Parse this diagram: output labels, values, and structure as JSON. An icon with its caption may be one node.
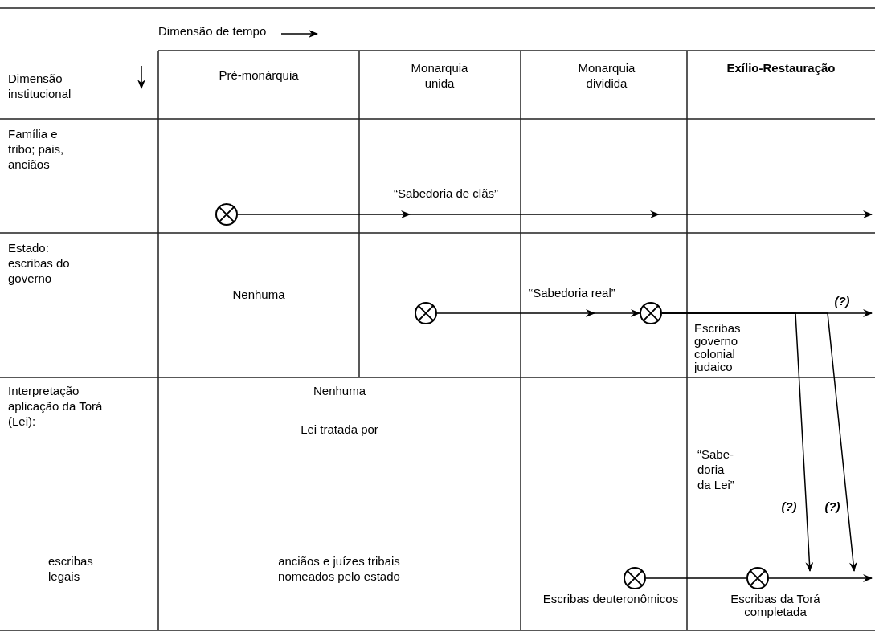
{
  "diagram": {
    "nodes": [
      {
        "text": [],
        "shape": "circle"
      },
      {
        "text": [],
        "shape": "circle"
      },
      {
        "text": [],
        "shape": "circle",
        "beside": [
          "Escribas governo colonial judaico"
        ]
      },
      {
        "text": [],
        "shape": "circle",
        "beside": [
          "Escribas deuteronômicos"
        ]
      },
      {
        "text": [],
        "shape": "circle",
        "beside": [
          "Escribas da Torá completada"
        ]
      }
    ],
    "edges": [
      {
        "from": 0,
        "to": null,
        "arrow": "to",
        "label": "“Sabedoria de clãs”"
      },
      {
        "from": 1,
        "to": 2,
        "arrow": "to",
        "label": "“Sabedoria real”"
      },
      {
        "from": 2,
        "to": null,
        "arrow": "to",
        "label": "(?)"
      },
      {
        "from": 2,
        "to": null,
        "arrow": "to",
        "label": "(?)"
      },
      {
        "from": 2,
        "to": null,
        "arrow": "to",
        "label": "(?)"
      },
      {
        "from": 3,
        "to": 4,
        "arrow": "none"
      },
      {
        "from": 4,
        "to": null,
        "arrow": "to"
      }
    ],
    "labels": [
      "Dimensão de tempo",
      "Dimensão institucional",
      "Pré-monárquia",
      "Monarquia unida",
      "Monarquia dividida",
      "Exílio-Restauração",
      "Família e tribo; pais, anciãos",
      "Estado: escribas do governo",
      "Nenhuma",
      "Interpretação aplicação da Torá (Lei):",
      "Nenhuma",
      "Lei tratada por",
      "“Sabe- doria da Lei”",
      "escribas legais",
      "anciãos e juízes tribais nomeados pelo estado"
    ]
  }
}
